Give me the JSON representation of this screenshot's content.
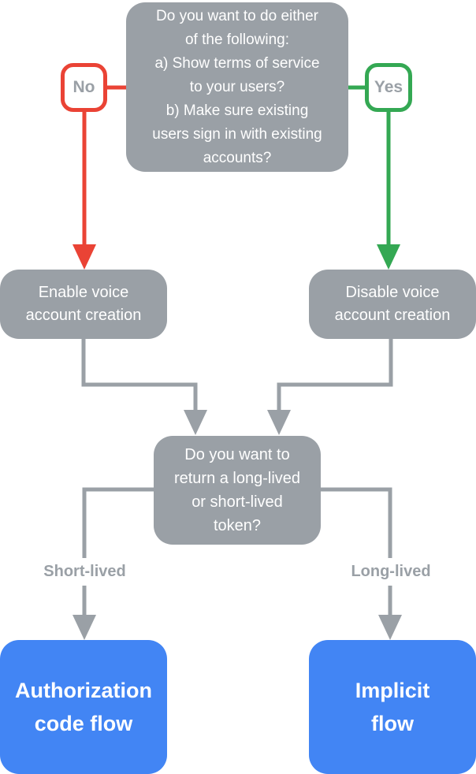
{
  "colors": {
    "gray": "#9AA0A6",
    "blue": "#4285F4",
    "red": "#EA4335",
    "green": "#34A853",
    "label_text": "#9AA0A6",
    "node_text": "#FFFFFF"
  },
  "nodes": {
    "question1": {
      "text": "Do you want to do either\nof the following:\na) Show terms of service\nto your users?\nb) Make sure existing\nusers sign in with existing\naccounts?"
    },
    "no_badge": {
      "label": "No"
    },
    "yes_badge": {
      "label": "Yes"
    },
    "enable": {
      "text": "Enable voice\naccount creation"
    },
    "disable": {
      "text": "Disable voice\naccount creation"
    },
    "question2": {
      "text": "Do you want to\nreturn a long-lived\nor short-lived\ntoken?"
    },
    "short_lived_label": {
      "text": "Short-lived"
    },
    "long_lived_label": {
      "text": "Long-lived"
    },
    "auth_code": {
      "text": "Authorization\ncode flow"
    },
    "implicit": {
      "text": "Implicit\nflow"
    }
  }
}
